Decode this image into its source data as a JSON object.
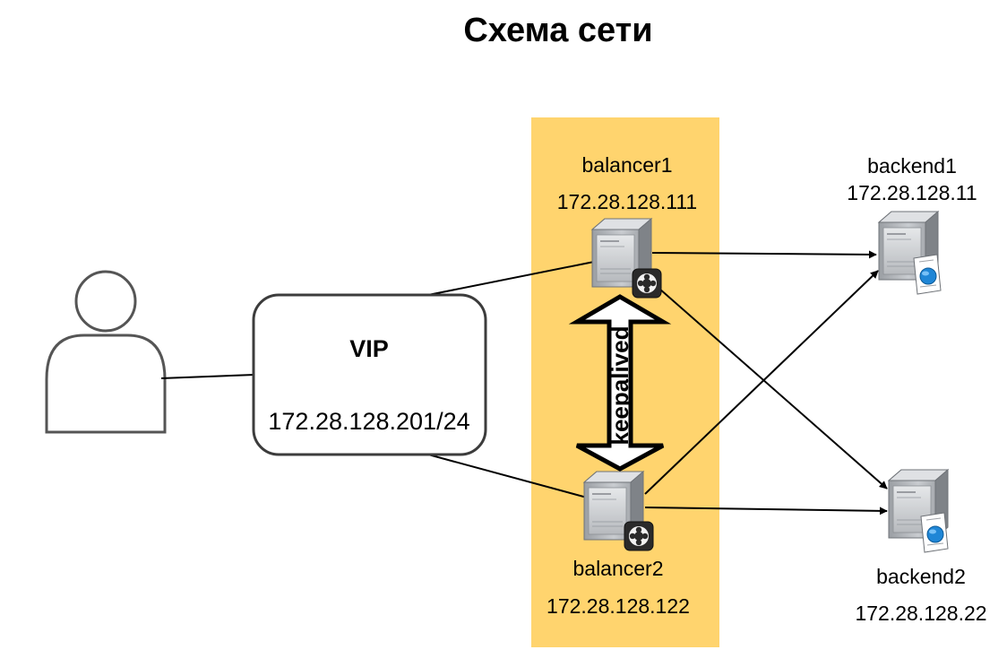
{
  "title": "Схема сети",
  "colors": {
    "zone_fill": "#FFD46E",
    "line": "#000000",
    "vip_border": "#3c3c3c",
    "user_stroke": "#555555",
    "server_body": "#b9bcc0",
    "server_face": "#d9dbde",
    "badge_fill": "#2a2a2a",
    "globe": "#1f86d6"
  },
  "user": {
    "icon": "user-icon"
  },
  "vip": {
    "label": "VIP",
    "address": "172.28.128.201/24"
  },
  "keepalived": {
    "label": "keepalived"
  },
  "nodes": {
    "balancer1": {
      "name": "balancer1",
      "ip": "172.28.128.111",
      "icon": "server-with-lifebuoy-icon"
    },
    "balancer2": {
      "name": "balancer2",
      "ip": "172.28.128.122",
      "icon": "server-with-lifebuoy-icon"
    },
    "backend1": {
      "name": "backend1",
      "ip": "172.28.128.11",
      "icon": "web-server-icon"
    },
    "backend2": {
      "name": "backend2",
      "ip": "172.28.128.22",
      "icon": "web-server-icon"
    }
  }
}
